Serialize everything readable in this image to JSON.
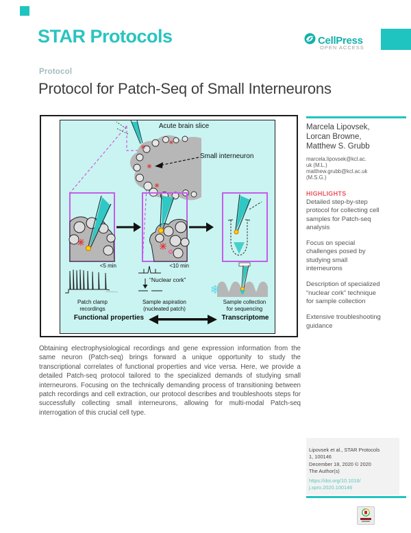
{
  "header": {
    "journal": "STAR Protocols",
    "publisher": "CellPress",
    "open_access": "OPEN ACCESS"
  },
  "article": {
    "kicker": "Protocol",
    "title": "Protocol for Patch-Seq of Small Interneurons"
  },
  "figure": {
    "acute_brain_slice": "Acute brain slice",
    "small_interneuron": "Small interneuron",
    "time1": "<5 min",
    "time2": "<10 min",
    "nuclear_cork": "“Nuclear cork”",
    "caption1_line1": "Patch clamp",
    "caption1_line2": "recordings",
    "caption2_line1": "Sample aspiration",
    "caption2_line2": "(nucleated patch)",
    "caption3_line1": "Sample collection",
    "caption3_line2": "for sequencing",
    "axis_left": "Functional properties",
    "axis_right": "Transcriptome"
  },
  "abstract": "Obtaining electrophysiological recordings and gene expression information from the same neuron (Patch-seq) brings forward a unique opportunity to study the transcriptional correlates of functional properties and vice versa. Here, we provide a detailed Patch-seq protocol tailored to the specialized demands of studying small interneurons. Focusing on the technically demanding process of transitioning between patch recordings and cell extraction, our protocol describes and troubleshoots steps for successfully collecting small interneurons, allowing for multi-modal Patch-seq interrogation of this crucial cell type.",
  "sidebar": {
    "authors": [
      "Marcela Lipovsek,",
      "Lorcan Browne,",
      "Matthew S. Grubb"
    ],
    "contact_lines": [
      "marcela.lipovsek@kcl.ac.",
      "uk (M.L.)",
      "matthew.grubb@kcl.ac.uk",
      "(M.S.G.)"
    ],
    "highlights_title": "HIGHLIGHTS",
    "highlights": [
      "Detailed step-by-step protocol for collecting cell samples for Patch-seq analysis",
      "Focus on special challenges posed by studying small interneurons",
      "Description of specialized “nuclear cork” technique for sample collection",
      "Extensive troubleshooting guidance"
    ],
    "citation_lines": [
      "Lipovsek et al., STAR Protocols",
      "1, 100146",
      "December 18, 2020 © 2020",
      "The Author(s)"
    ],
    "doi_lines": [
      "https://doi.org/10.1016/",
      "j.xpro.2020.100146"
    ]
  },
  "colors": {
    "brand_teal": "#1fc4c0",
    "highlight_red": "#ea5460",
    "link_teal": "#56c6c2",
    "figure_cyan": "#c9f4f1",
    "panel_magenta": "#c55bea",
    "pipette_teal": "#2fc8c4",
    "cell_yellow": "#ffd400",
    "cell_red": "#e03535"
  }
}
